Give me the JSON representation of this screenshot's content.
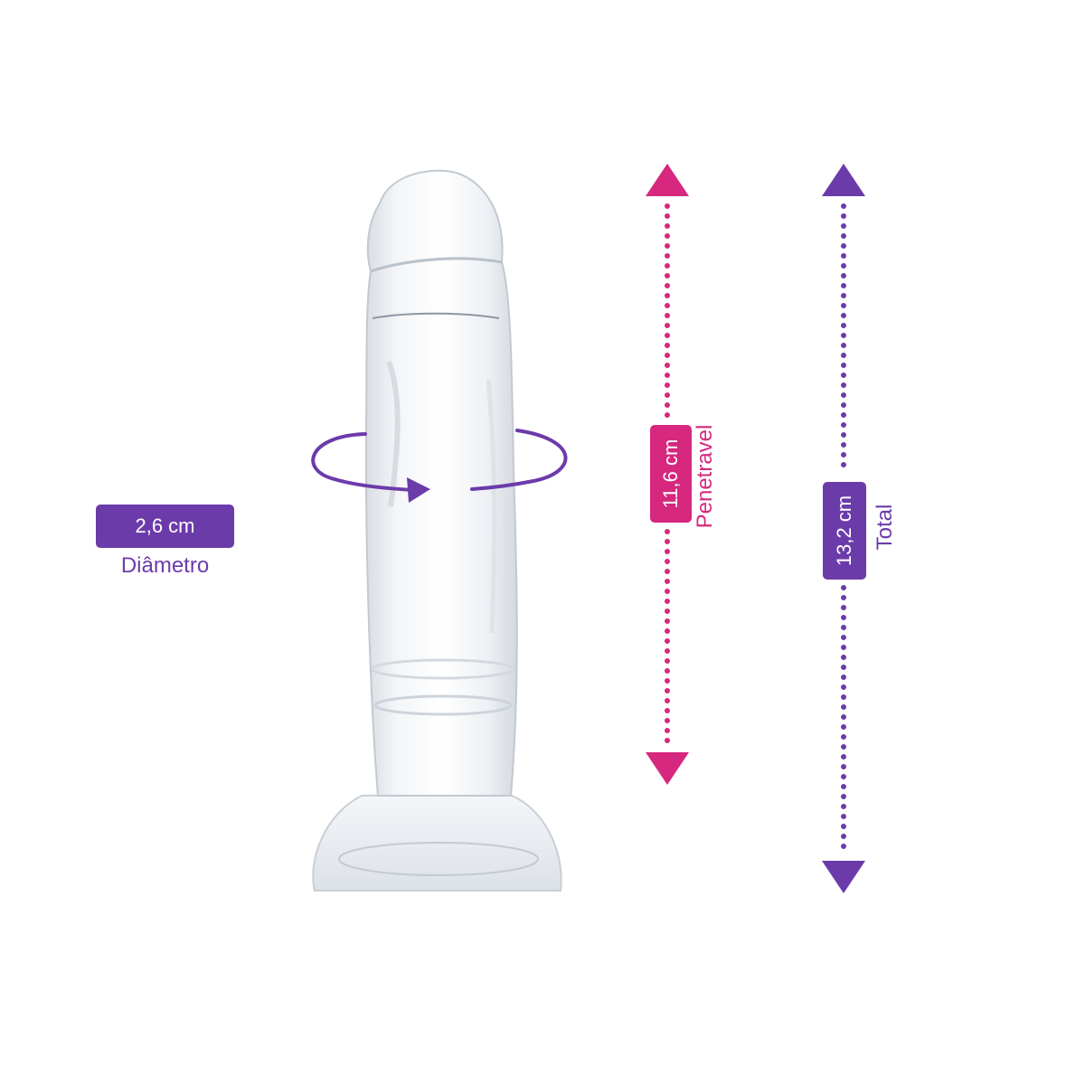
{
  "diameter": {
    "value": "2,6 cm",
    "label": "Diâmetro",
    "color": "#6c3baa"
  },
  "penetrable": {
    "value": "11,6 cm",
    "label": "Penetravel",
    "color": "#d6287e"
  },
  "total": {
    "value": "13,2 cm",
    "label": "Total",
    "color": "#6c3baa"
  },
  "icons": {
    "rotation": "rotation-arrow-icon",
    "dimension_arrow": "double-headed-dotted-arrow-icon",
    "product": "transparent-dildo-with-suction-base"
  }
}
